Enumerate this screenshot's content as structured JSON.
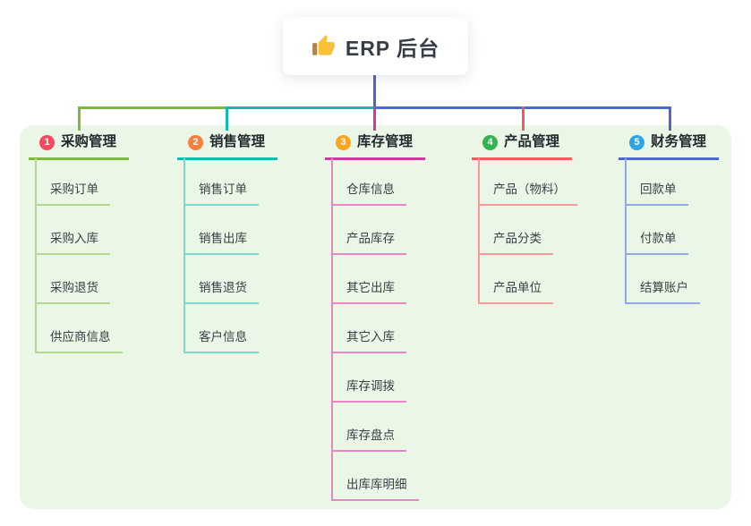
{
  "root": {
    "label": "ERP 后台",
    "icon": "thumbs-up-icon"
  },
  "canvas": {
    "page_bg": "#ffffff",
    "panel_bg": "#ebf7e6"
  },
  "connectors": {
    "root_line_color": "#4f63cf"
  },
  "branches": [
    {
      "num": "1",
      "label": "采购管理",
      "circle_color": "#f44a5e",
      "line_color": "#7cb93e",
      "child_line_color": "#b3d98e",
      "children": [
        "采购订单",
        "采购入库",
        "采购退货",
        "供应商信息"
      ]
    },
    {
      "num": "2",
      "label": "销售管理",
      "circle_color": "#f8803f",
      "line_color": "#0fbcae",
      "child_line_color": "#7ad8cc",
      "children": [
        "销售订单",
        "销售出库",
        "销售退货",
        "客户信息"
      ]
    },
    {
      "num": "3",
      "label": "库存管理",
      "circle_color": "#f9a51d",
      "line_color": "#d03a9e",
      "child_line_color": "#ea86c6",
      "children": [
        "仓库信息",
        "产品库存",
        "其它出库",
        "其它入库",
        "库存调拨",
        "库存盘点",
        "出库库明细"
      ]
    },
    {
      "num": "4",
      "label": "产品管理",
      "circle_color": "#33b44f",
      "line_color": "#f15b5b",
      "child_line_color": "#f79b97",
      "children": [
        "产品（物料）",
        "产品分类",
        "产品单位"
      ]
    },
    {
      "num": "5",
      "label": "财务管理",
      "circle_color": "#2ea4e4",
      "line_color": "#4c68d1",
      "child_line_color": "#93a8e6",
      "children": [
        "回款单",
        "付款单",
        "结算账户"
      ]
    }
  ]
}
